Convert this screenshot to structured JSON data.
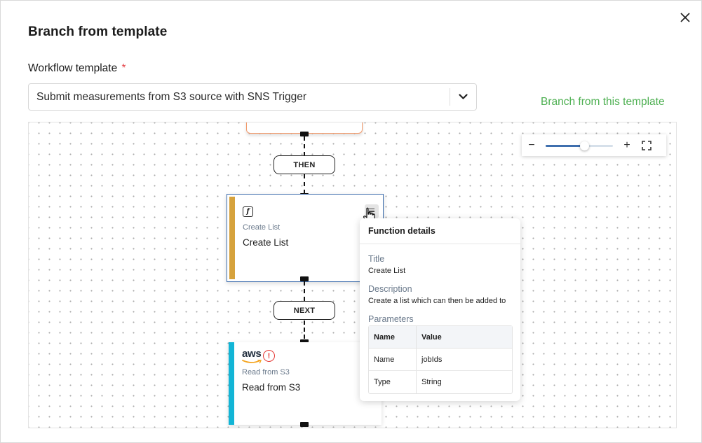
{
  "dialog": {
    "title": "Branch from template",
    "close_icon": "close-icon"
  },
  "template_field": {
    "label": "Workflow template",
    "required_marker": "*",
    "value": "Submit measurements from S3 source with SNS Trigger",
    "chevron_icon": "chevron-down-icon"
  },
  "actions": {
    "branch_link": "Branch from this template",
    "branch_link_color": "#4caf50"
  },
  "canvas": {
    "connector_then": "THEN",
    "connector_next": "NEXT",
    "zoom": {
      "minus": "−",
      "plus": "+",
      "level": 0.57,
      "fullscreen_icon": "fullscreen-icon"
    },
    "nodes": {
      "create_list": {
        "icon": "function-icon",
        "subtitle": "Create List",
        "title": "Create List",
        "accent": "#d6a23c",
        "menu_icon": "menu-icon"
      },
      "read_s3": {
        "logo": "aws",
        "warning_icon": "warning-icon",
        "warning_glyph": "!",
        "subtitle": "Read from S3",
        "title": "Read from S3",
        "accent": "#12b5d6"
      }
    }
  },
  "function_details": {
    "heading": "Function details",
    "title_label": "Title",
    "title_value": "Create List",
    "description_label": "Description",
    "description_value": "Create a list which can then be added to",
    "parameters_label": "Parameters",
    "columns": [
      "Name",
      "Value"
    ],
    "rows": [
      [
        "Name",
        "jobIds"
      ],
      [
        "Type",
        "String"
      ]
    ]
  }
}
